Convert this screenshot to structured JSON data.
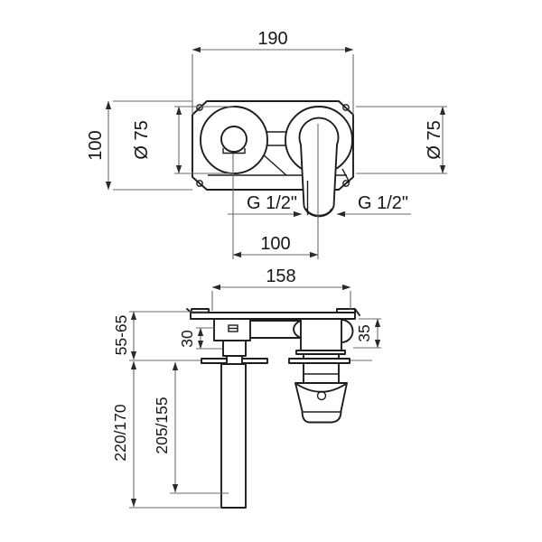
{
  "colors": {
    "outline": "#1d1d1d",
    "dimension_line": "#6a6a6a",
    "text": "#161616",
    "background": "#ffffff"
  },
  "top_view": {
    "width_dim": "190",
    "height_dim": "100",
    "left_escutcheon_diameter": "Ø 75",
    "right_escutcheon_diameter": "Ø 75",
    "left_thread_label": "G 1/2\"",
    "right_thread_label": "G 1/2\"",
    "center_distance_dim": "100"
  },
  "side_view": {
    "body_width_dim": "158",
    "install_depth_range_dim": "55-65",
    "spout_offset_dim": "30",
    "cartridge_height_dim": "35",
    "total_projection_dim": "220/170",
    "spout_projection_dim": "205/155"
  }
}
